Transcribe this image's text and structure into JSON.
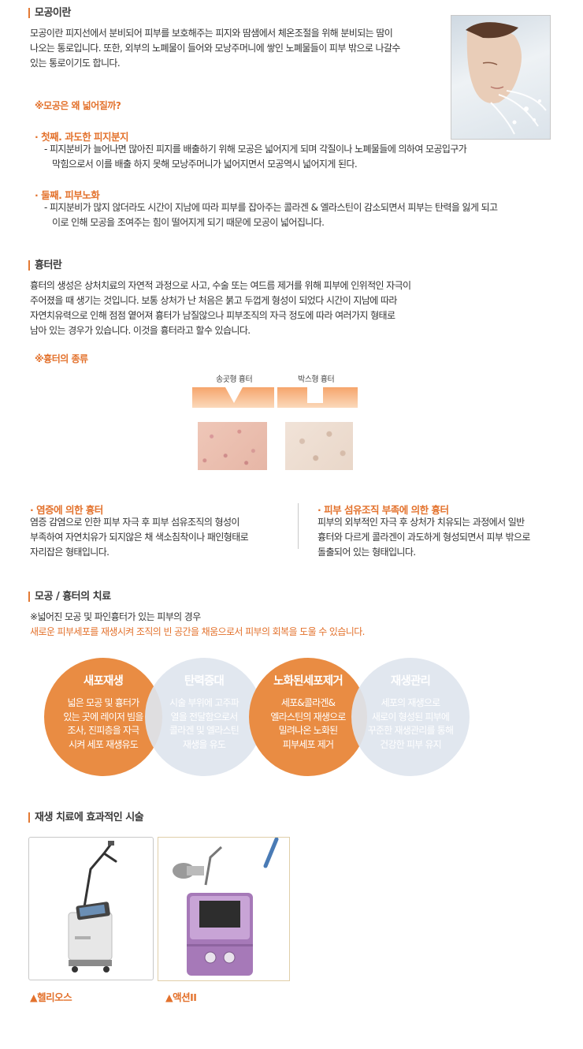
{
  "pores": {
    "title": "모공이란",
    "desc": [
      "모공이란 피지선에서 분비되어 피부를 보호해주는 피지와 땀샘에서 체온조절을 위해 분비되는 땀이",
      "나오는 통로입니다. 또한, 외부의 노폐물이 들어와 모낭주머니에 쌓인 노폐물들이 피부 밖으로 나갈수",
      "있는 통로이기도 합니다."
    ],
    "why_heading": "※모공은 왜 넓어질까?",
    "reasons": [
      {
        "title": "· 첫째. 과도한 피지분지",
        "lines": [
          "- 피지분비가 늘어나면 많아진 피지를 배출하기 위해 모공은 넓어지게 되며 각질이나 노폐물들에 의하여 모공입구가",
          "막힘으로서 이를 배출 하지 못해 모낭주머니가 넓어지면서 모공역시 넓어지게 된다."
        ]
      },
      {
        "title": "· 둘째. 피부노화",
        "lines": [
          "- 피지분비가 많지 않더라도 시간이 지남에 따라 피부를 잡아주는 콜라겐 & 엘라스틴이 감소되면서 피부는 탄력을 잃게 되고",
          "이로 인해 모공을 조여주는 힘이 떨어지게 되기 때문에 모공이 넓어집니다."
        ]
      }
    ]
  },
  "scar": {
    "title": "흉터란",
    "desc": [
      "흉터의 생성은 상처치료의 자연적 과정으로 사고, 수술 또는 여드름 제거를 위해 피부에 인위적인 자극이",
      "주어졌을 때 생기는 것입니다. 보통 상처가 난 처음은 붉고 두껍게 형성이 되었다 시간이 지남에 따라",
      "자연치유력으로 인해 점점 옅어져 흉터가 남질않으나 피부조직의 자극 정도에 따라 여러가지 형태로",
      "남아 있는 경우가 있습니다. 이것을 흉터라고 할수 있습니다."
    ],
    "types_heading": "※흉터의 종류",
    "type_labels": [
      "송곳형 흉터",
      "박스형 흉터"
    ],
    "kinds": [
      {
        "title": "· 염증에 의한 흉터",
        "lines": [
          "염증 감염으로 인한 피부 자극 후 피부 섬유조직의 형성이",
          "부족하여 자연치유가 되지않은 채 색소침착이나 패인형태로",
          "자리잡은 형태입니다."
        ]
      },
      {
        "title": "· 피부 섬유조직 부족에 의한 흉터",
        "lines": [
          "피부의 외부적인 자극 후 상처가 치유되는 과정에서 일반",
          "흉터와 다르게 콜라겐이 과도하게 형성되면서 피부 밖으로",
          "돌출되어 있는 형태입니다."
        ]
      }
    ]
  },
  "treatment": {
    "title": "모공 / 흉터의 치료",
    "note": "※넓어진 모공 및 파인흉터가 있는 피부의 경우",
    "highlight": "새로운 피부세포를 재생시켜 조직의 빈 공간을 채움으로서 피부의 회복을 도울 수 있습니다.",
    "steps": [
      {
        "title": "새포재생",
        "lines": [
          "넓은 모공 및 흉터가",
          "있는 곳에 레이저 빔을",
          "조사, 진피층을 자극",
          "시켜 세포 재생유도"
        ]
      },
      {
        "title": "탄력증대",
        "lines": [
          "시술 부위에 고주파",
          "열을 전달함으로서",
          "콜라겐 및 엘라스틴",
          "재생을 유도"
        ]
      },
      {
        "title": "노화된세포제거",
        "lines": [
          "세포&콜라겐&",
          "엘라스틴의 재생으로",
          "밀려나온 노화된",
          "피부세포 제거"
        ]
      },
      {
        "title": "재생관리",
        "lines": [
          "세포의 재생으로",
          "새로이 형성된 피부에",
          "꾸준한 재생관리를 통해",
          "건강한 피부 유지"
        ]
      }
    ]
  },
  "devices": {
    "title": "재생 치료에 효과적인 시술",
    "items": [
      {
        "caption": "▲헬리오스"
      },
      {
        "caption": "▲액션II"
      }
    ]
  },
  "colors": {
    "accent": "#e3722d",
    "circle_orange": "#e98c43",
    "circle_blue": "#dfe5ee"
  }
}
